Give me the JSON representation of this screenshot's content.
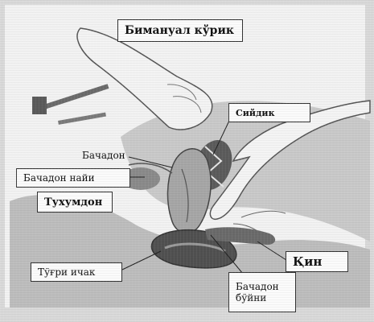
{
  "labels": {
    "bimanual": "Бимануал кўрик",
    "urine": "Сийдик",
    "uterus": "Бачадон",
    "uterus_tube": "Бачадон найи",
    "ovary": "Тухумдон",
    "rectum": "Тўғри ичак",
    "vagina": "Қин",
    "cervix_line1": "Бачадон",
    "cervix_line2": "бўйни"
  },
  "colors": {
    "background": "#d9d9d9",
    "frame": "#f4f4f4",
    "ink": "#333333",
    "tissue_dark": "#4a4a4a",
    "tissue_mid": "#8c8c8c",
    "glove": "#f0f0f0"
  }
}
